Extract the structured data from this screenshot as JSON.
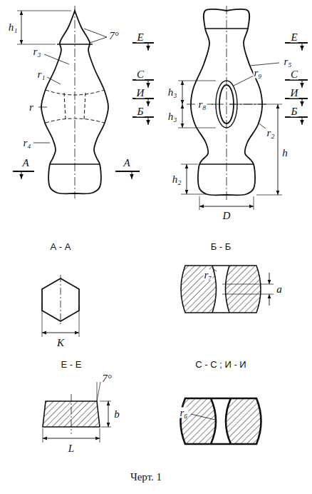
{
  "diagram": {
    "caption": "Черт. 1",
    "labels": [
      "h₁",
      "7°",
      "r₃",
      "r₁",
      "r",
      "r₄",
      "Е",
      "С",
      "И",
      "Б",
      "А",
      "А",
      "Е",
      "r₅",
      "С",
      "И",
      "Б",
      "r₉",
      "h₃",
      "h₃",
      "r₈",
      "r₂",
      "h",
      "h₂",
      "D",
      "А - А",
      "К",
      "Б - Б",
      "r₇",
      "а",
      "Е - Е",
      "7°",
      "b",
      "L",
      "С - С ; И - И",
      "r₆"
    ]
  }
}
